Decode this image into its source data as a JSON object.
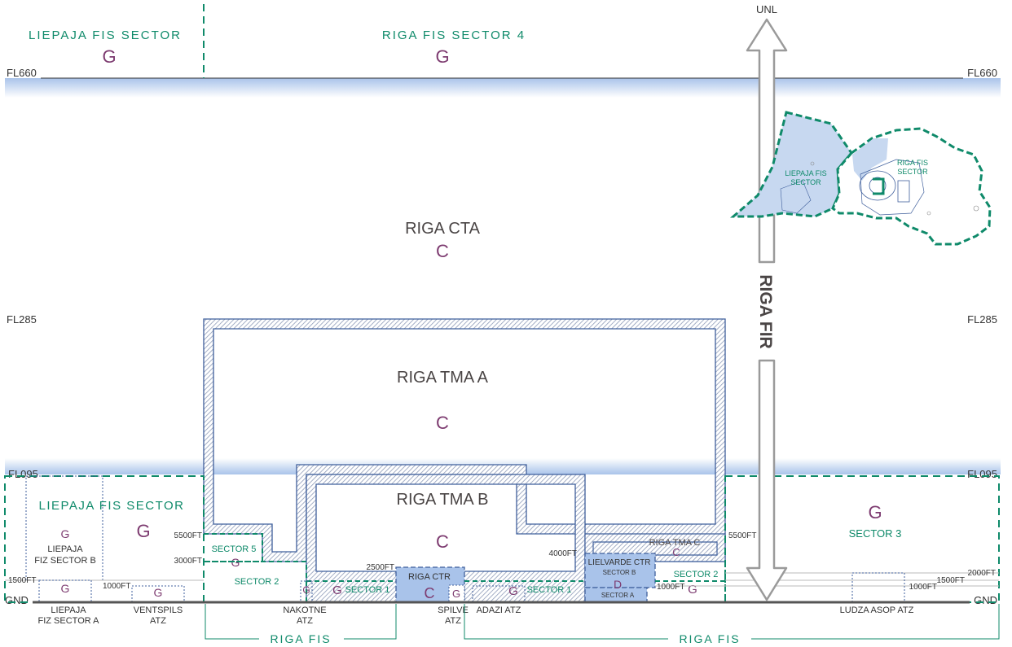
{
  "top_labels": {
    "liepaja_fis": "LIEPAJA FIS SECTOR",
    "riga_fis_sector_4": "RIGA FIS SECTOR 4",
    "class_g_left": "G",
    "class_g_right": "G",
    "unl": "UNL"
  },
  "levels": {
    "fl660": "FL660",
    "fl285": "FL285",
    "fl095": "FL095",
    "gnd": "GND"
  },
  "cta": {
    "name": "RIGA CTA",
    "class": "C"
  },
  "tma_a": {
    "name": "RIGA TMA A",
    "class": "C"
  },
  "tma_b": {
    "name": "RIGA TMA B",
    "class": "C"
  },
  "tma_c": {
    "name": "RIGA TMA C",
    "class": "C"
  },
  "fir_label": "RIGA FIR",
  "map": {
    "liepaja": "LIEPAJA FIS\nSECTOR",
    "riga": "RIGA FIS\nSECTOR"
  },
  "lower": {
    "liepaja_fis_sector": "LIEPAJA FIS SECTOR",
    "liepaja_g": "G",
    "liepaja_sector_b_class": "G",
    "liepaja_sector_b": "LIEPAJA\nFIZ SECTOR B",
    "sector5": "SECTOR 5",
    "sector5_class": "G",
    "sector2_left": "SECTOR 2",
    "sector1_left": "SECTOR 1",
    "sector1_left_class": "G",
    "nakotne_class": "G",
    "riga_ctr": "RIGA CTR",
    "riga_ctr_class": "C",
    "spilve_class": "G",
    "adazi_class": "G",
    "sector1_right": "SECTOR 1",
    "lielvarde_ctr": "LIELVARDE CTR",
    "lielvarde_sector_b": "SECTOR B",
    "lielvarde_class": "D",
    "lielvarde_sector_a": "SECTOR A",
    "sector2_right": "SECTOR 2",
    "sector2_right_class": "G",
    "sector3": "SECTOR 3",
    "sector3_class": "G",
    "liepaja_sector_a_class": "G",
    "ventspils_class": "G"
  },
  "altitudes": {
    "a5500_left": "5500FT",
    "a3000": "3000FT",
    "a1500_left": "1500FT",
    "a1000_left": "1000FT",
    "a2500": "2500FT",
    "a4000": "4000FT",
    "a5500_right": "5500FT",
    "a1000_right": "1000FT",
    "a2000": "2000FT",
    "a1500_right": "1500FT",
    "a1000_far": "1000FT"
  },
  "ground_labels": {
    "liepaja_a": "LIEPAJA\nFIZ SECTOR A",
    "ventspils": "VENTSPILS\nATZ",
    "nakotne": "NAKOTNE\nATZ",
    "spilve": "SPILVE\nATZ",
    "adazi": "ADAZI ATZ",
    "ludza": "LUDZA ASOP ATZ"
  },
  "bottom": {
    "riga_fis_left": "RIGA FIS",
    "riga_fis_right": "RIGA FIS"
  },
  "colors": {
    "green": "#0f8a6a",
    "purple": "#7d3b70",
    "navy": "#3f5f9c",
    "light_blue": "#a9c3ea",
    "map_fill": "#c7d8f0",
    "dark_text": "#4a4545"
  }
}
